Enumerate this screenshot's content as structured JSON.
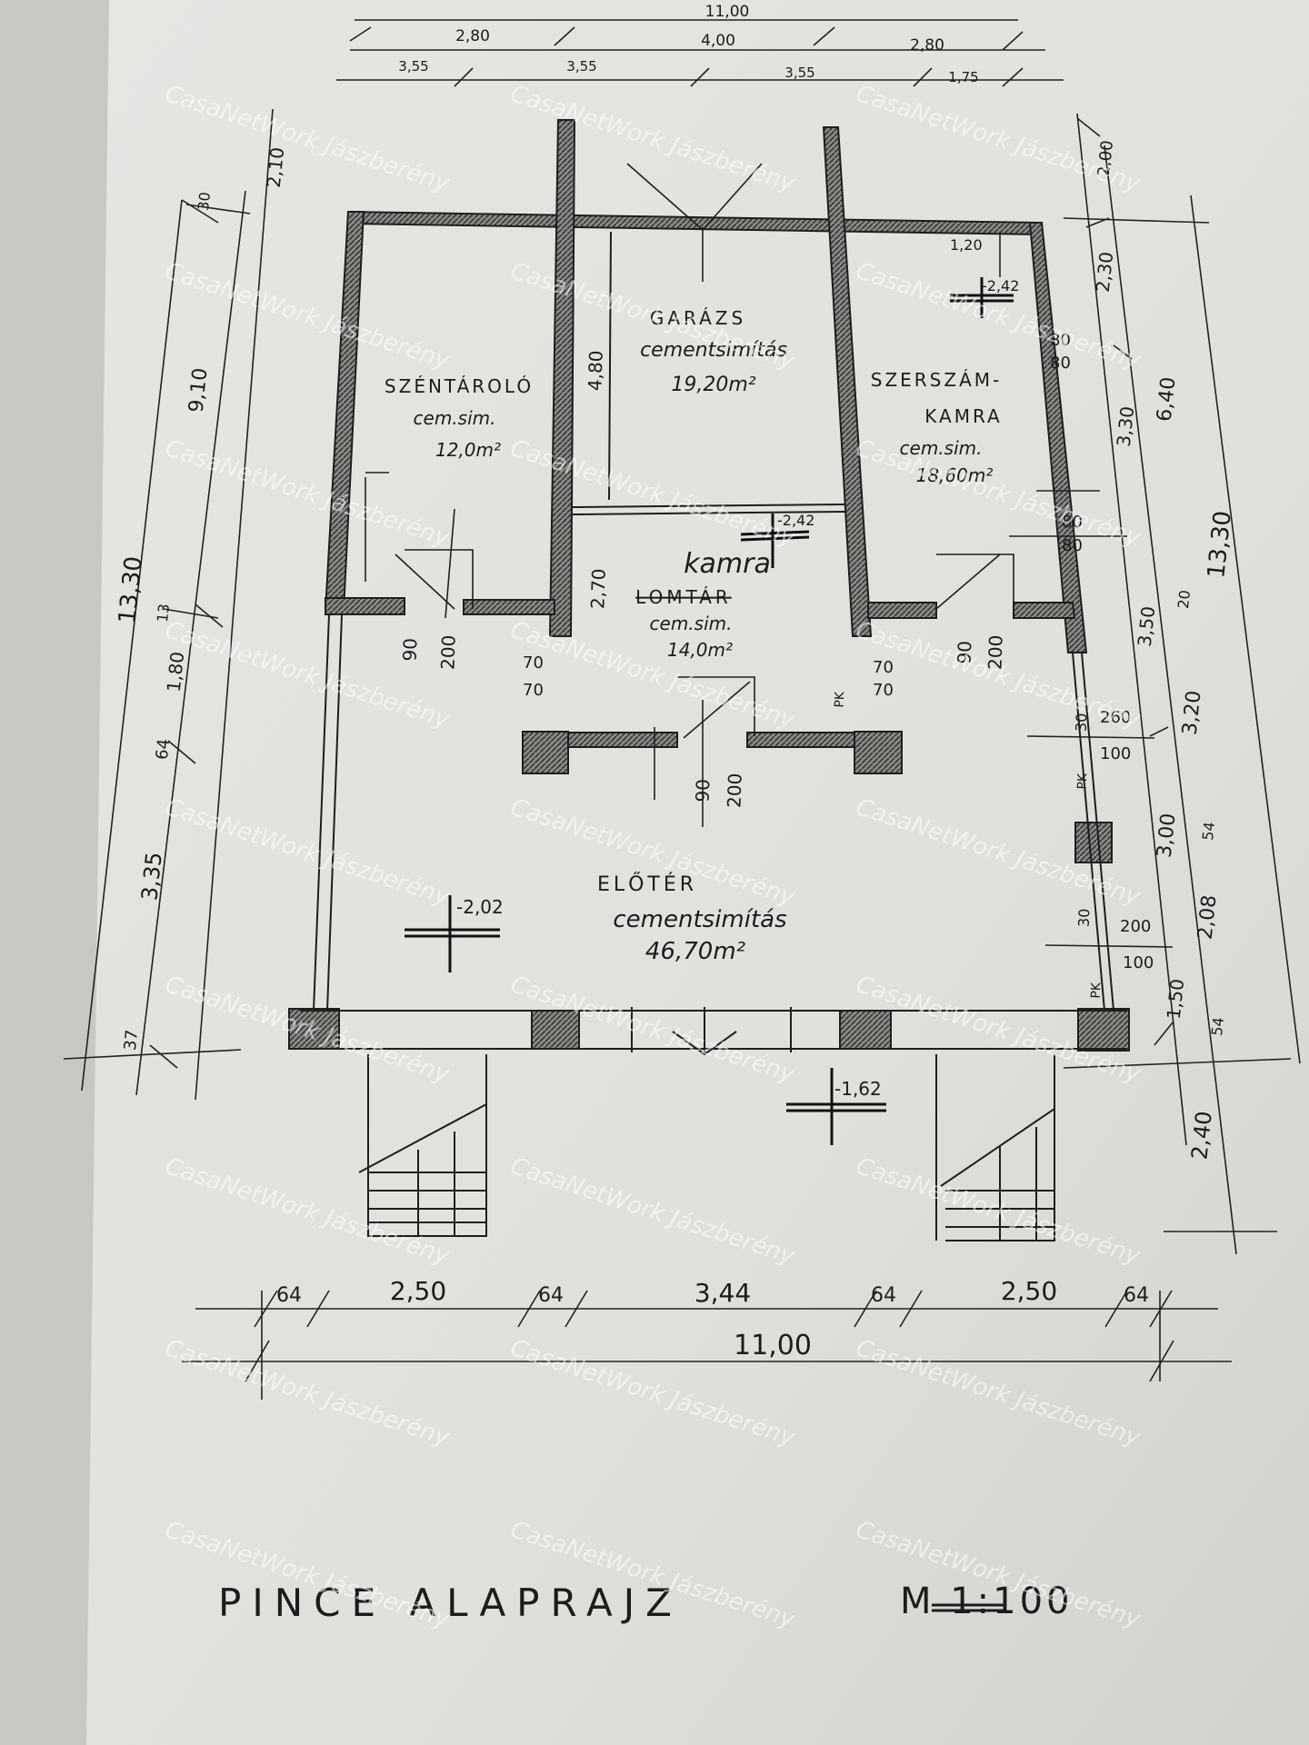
{
  "watermark": "CasaNetWork Jászberény",
  "title": "PINCE ALAPRAJZ",
  "scale": "M 1:100",
  "rooms": {
    "szentarolo": {
      "name": "SZÉNTÁROLÓ",
      "finish": "cem.sim.",
      "area": "12,0m²"
    },
    "garazs": {
      "name": "GARÁZS",
      "finish": "cementsimítás",
      "area": "19,20m²"
    },
    "szerszamkamra": {
      "name1": "SZERSZÁM-",
      "name2": "KAMRA",
      "finish": "cem.sim.",
      "area": "18,60m²"
    },
    "lomtar": {
      "name": "LOMTÁR",
      "handwritten": "kamra",
      "finish": "cem.sim.",
      "area": "14,0m²"
    },
    "eloter": {
      "name": "ELŐTÉR",
      "finish": "cementsimítás",
      "area": "46,70m²"
    }
  },
  "levels": {
    "szerszamkamra": "-2,42",
    "lomtar": "-2,42",
    "eloter": "-2,02",
    "outside": "-1,62"
  },
  "dims_top": {
    "total": "11,00",
    "row1": [
      "2,80",
      "4,00",
      "2,80"
    ],
    "row2": [
      "3,55",
      "3,55",
      "3,55",
      "1,75"
    ]
  },
  "dims_bottom": {
    "row1": [
      "64",
      "2,50",
      "64",
      "3,44",
      "64",
      "2,50",
      "64"
    ],
    "total": "11,00"
  },
  "dims_left": {
    "total": "13,30",
    "outer": [
      "9,10",
      "1,80",
      "64",
      "3,35",
      "37"
    ],
    "inner": [
      "2,10",
      "30",
      "13"
    ]
  },
  "dims_right": {
    "total": "13,30",
    "outer": [
      "2,30",
      "6,40",
      "3,30",
      "3,50",
      "20",
      "3,20",
      "3,00",
      "54",
      "2,08",
      "1,50",
      "54",
      "2,40"
    ],
    "top": "2,00"
  },
  "openings": {
    "door_90_200": [
      "90",
      "200"
    ],
    "win_80_80": [
      "80",
      "80"
    ],
    "win_70_70": [
      "70",
      "70"
    ],
    "win_30_80": [
      "30",
      "80"
    ],
    "win_120": "1,20",
    "win_260_100": [
      "260",
      "100"
    ],
    "win_200_100": [
      "200",
      "100"
    ],
    "dim_480": "4,80",
    "dim_270": "2,70",
    "dim_30": "30",
    "pk": "PK"
  }
}
